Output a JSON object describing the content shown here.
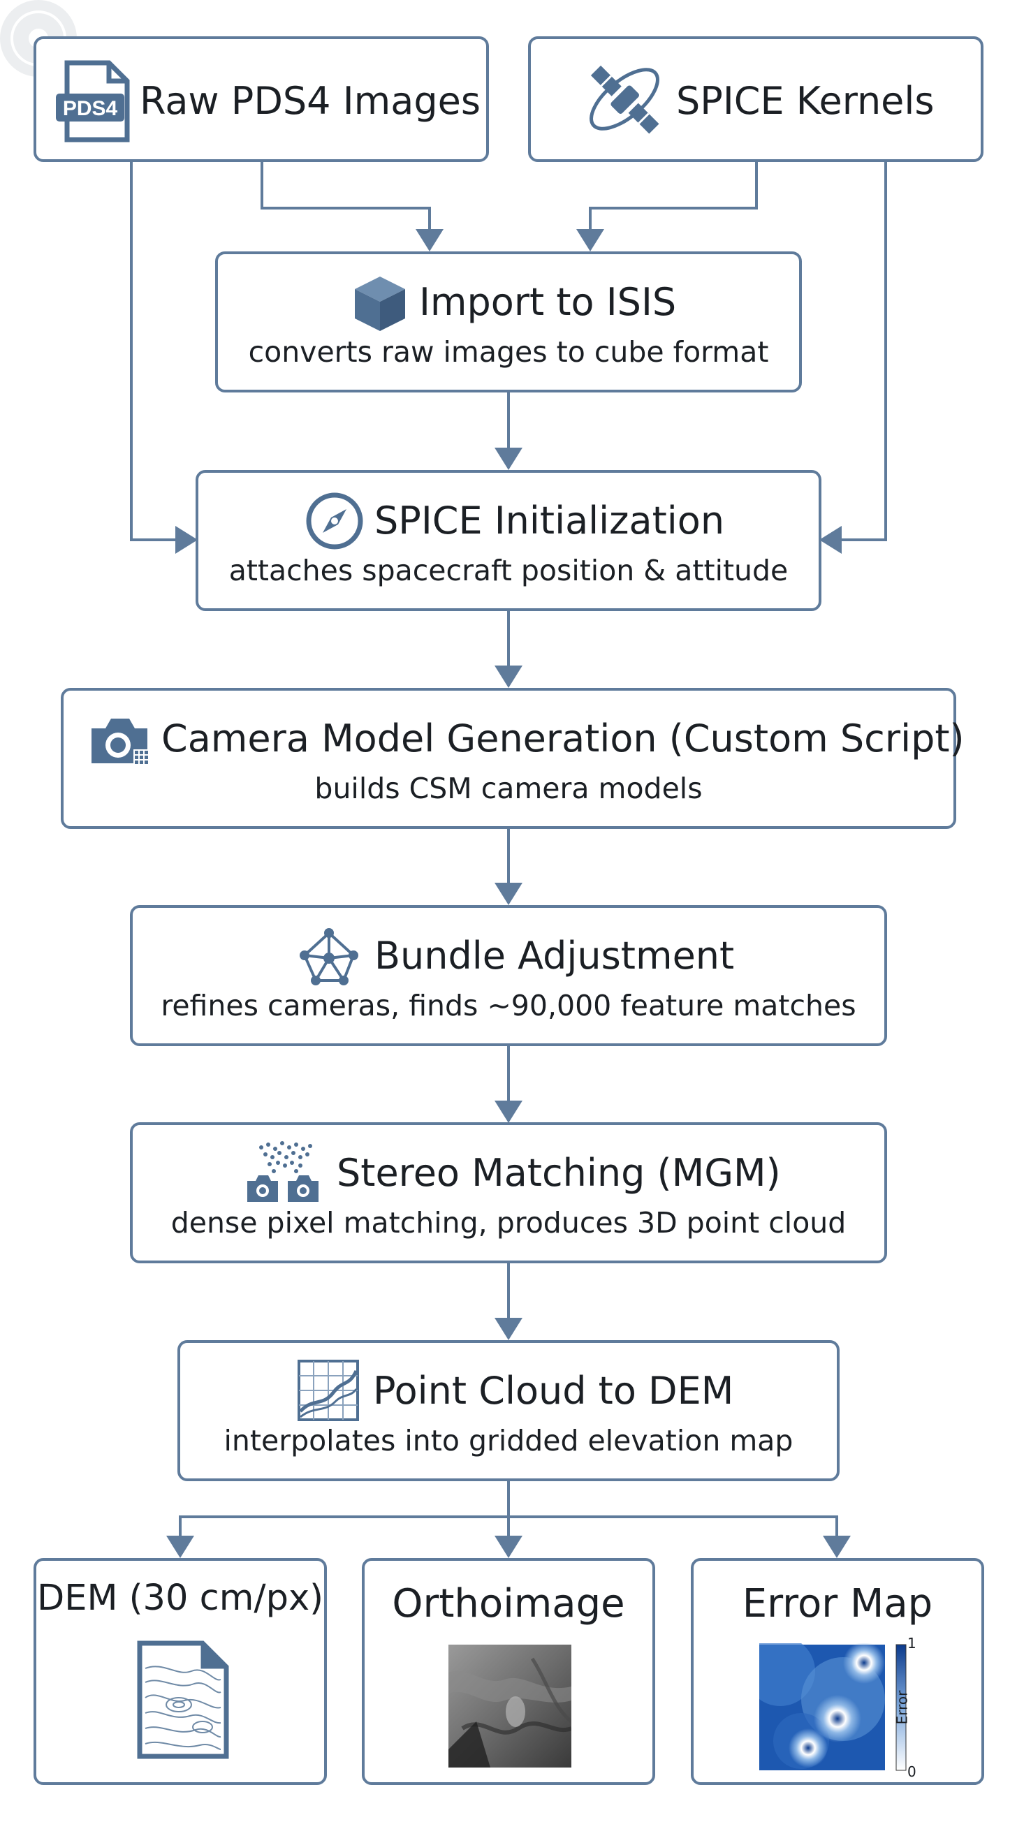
{
  "nodes": {
    "raw_pds4": {
      "title": "Raw PDS4 Images",
      "icon": "pds4-file-icon",
      "icon_text": "PDS4"
    },
    "spice_kernels": {
      "title": "SPICE Kernels",
      "icon": "satellite-icon"
    },
    "import_isis": {
      "title": "Import to ISIS",
      "subtitle": "converts raw images to cube format",
      "icon": "cube-icon"
    },
    "spice_init": {
      "title": "SPICE Initialization",
      "subtitle": "attaches spacecraft position & attitude",
      "icon": "compass-icon"
    },
    "camera_model": {
      "title": "Camera Model Generation (Custom Script)",
      "subtitle": "builds CSM camera models",
      "icon": "camera-icon"
    },
    "bundle_adjust": {
      "title": "Bundle Adjustment",
      "subtitle": "refines cameras, finds ~90,000 feature matches",
      "icon": "network-icon"
    },
    "stereo": {
      "title": "Stereo Matching (MGM)",
      "subtitle": "dense pixel matching, produces 3D point cloud",
      "icon": "stereo-cameras-icon"
    },
    "point_cloud": {
      "title": "Point Cloud to DEM",
      "subtitle": "interpolates into gridded elevation map",
      "icon": "grid-chart-icon"
    },
    "dem": {
      "title": "DEM (30 cm/px)",
      "icon": "contour-map-icon"
    },
    "ortho": {
      "title": "Orthoimage",
      "icon": "terrain-image-icon"
    },
    "error_map": {
      "title": "Error Map",
      "icon": "heatmap-icon",
      "colorbar_label": "Error",
      "colorbar_max": "1",
      "colorbar_min": "0"
    }
  },
  "colors": {
    "border": "#5f7b9b",
    "arrow": "#5f7b9b",
    "icon": "#4f6f92",
    "text": "#1b1f24"
  }
}
